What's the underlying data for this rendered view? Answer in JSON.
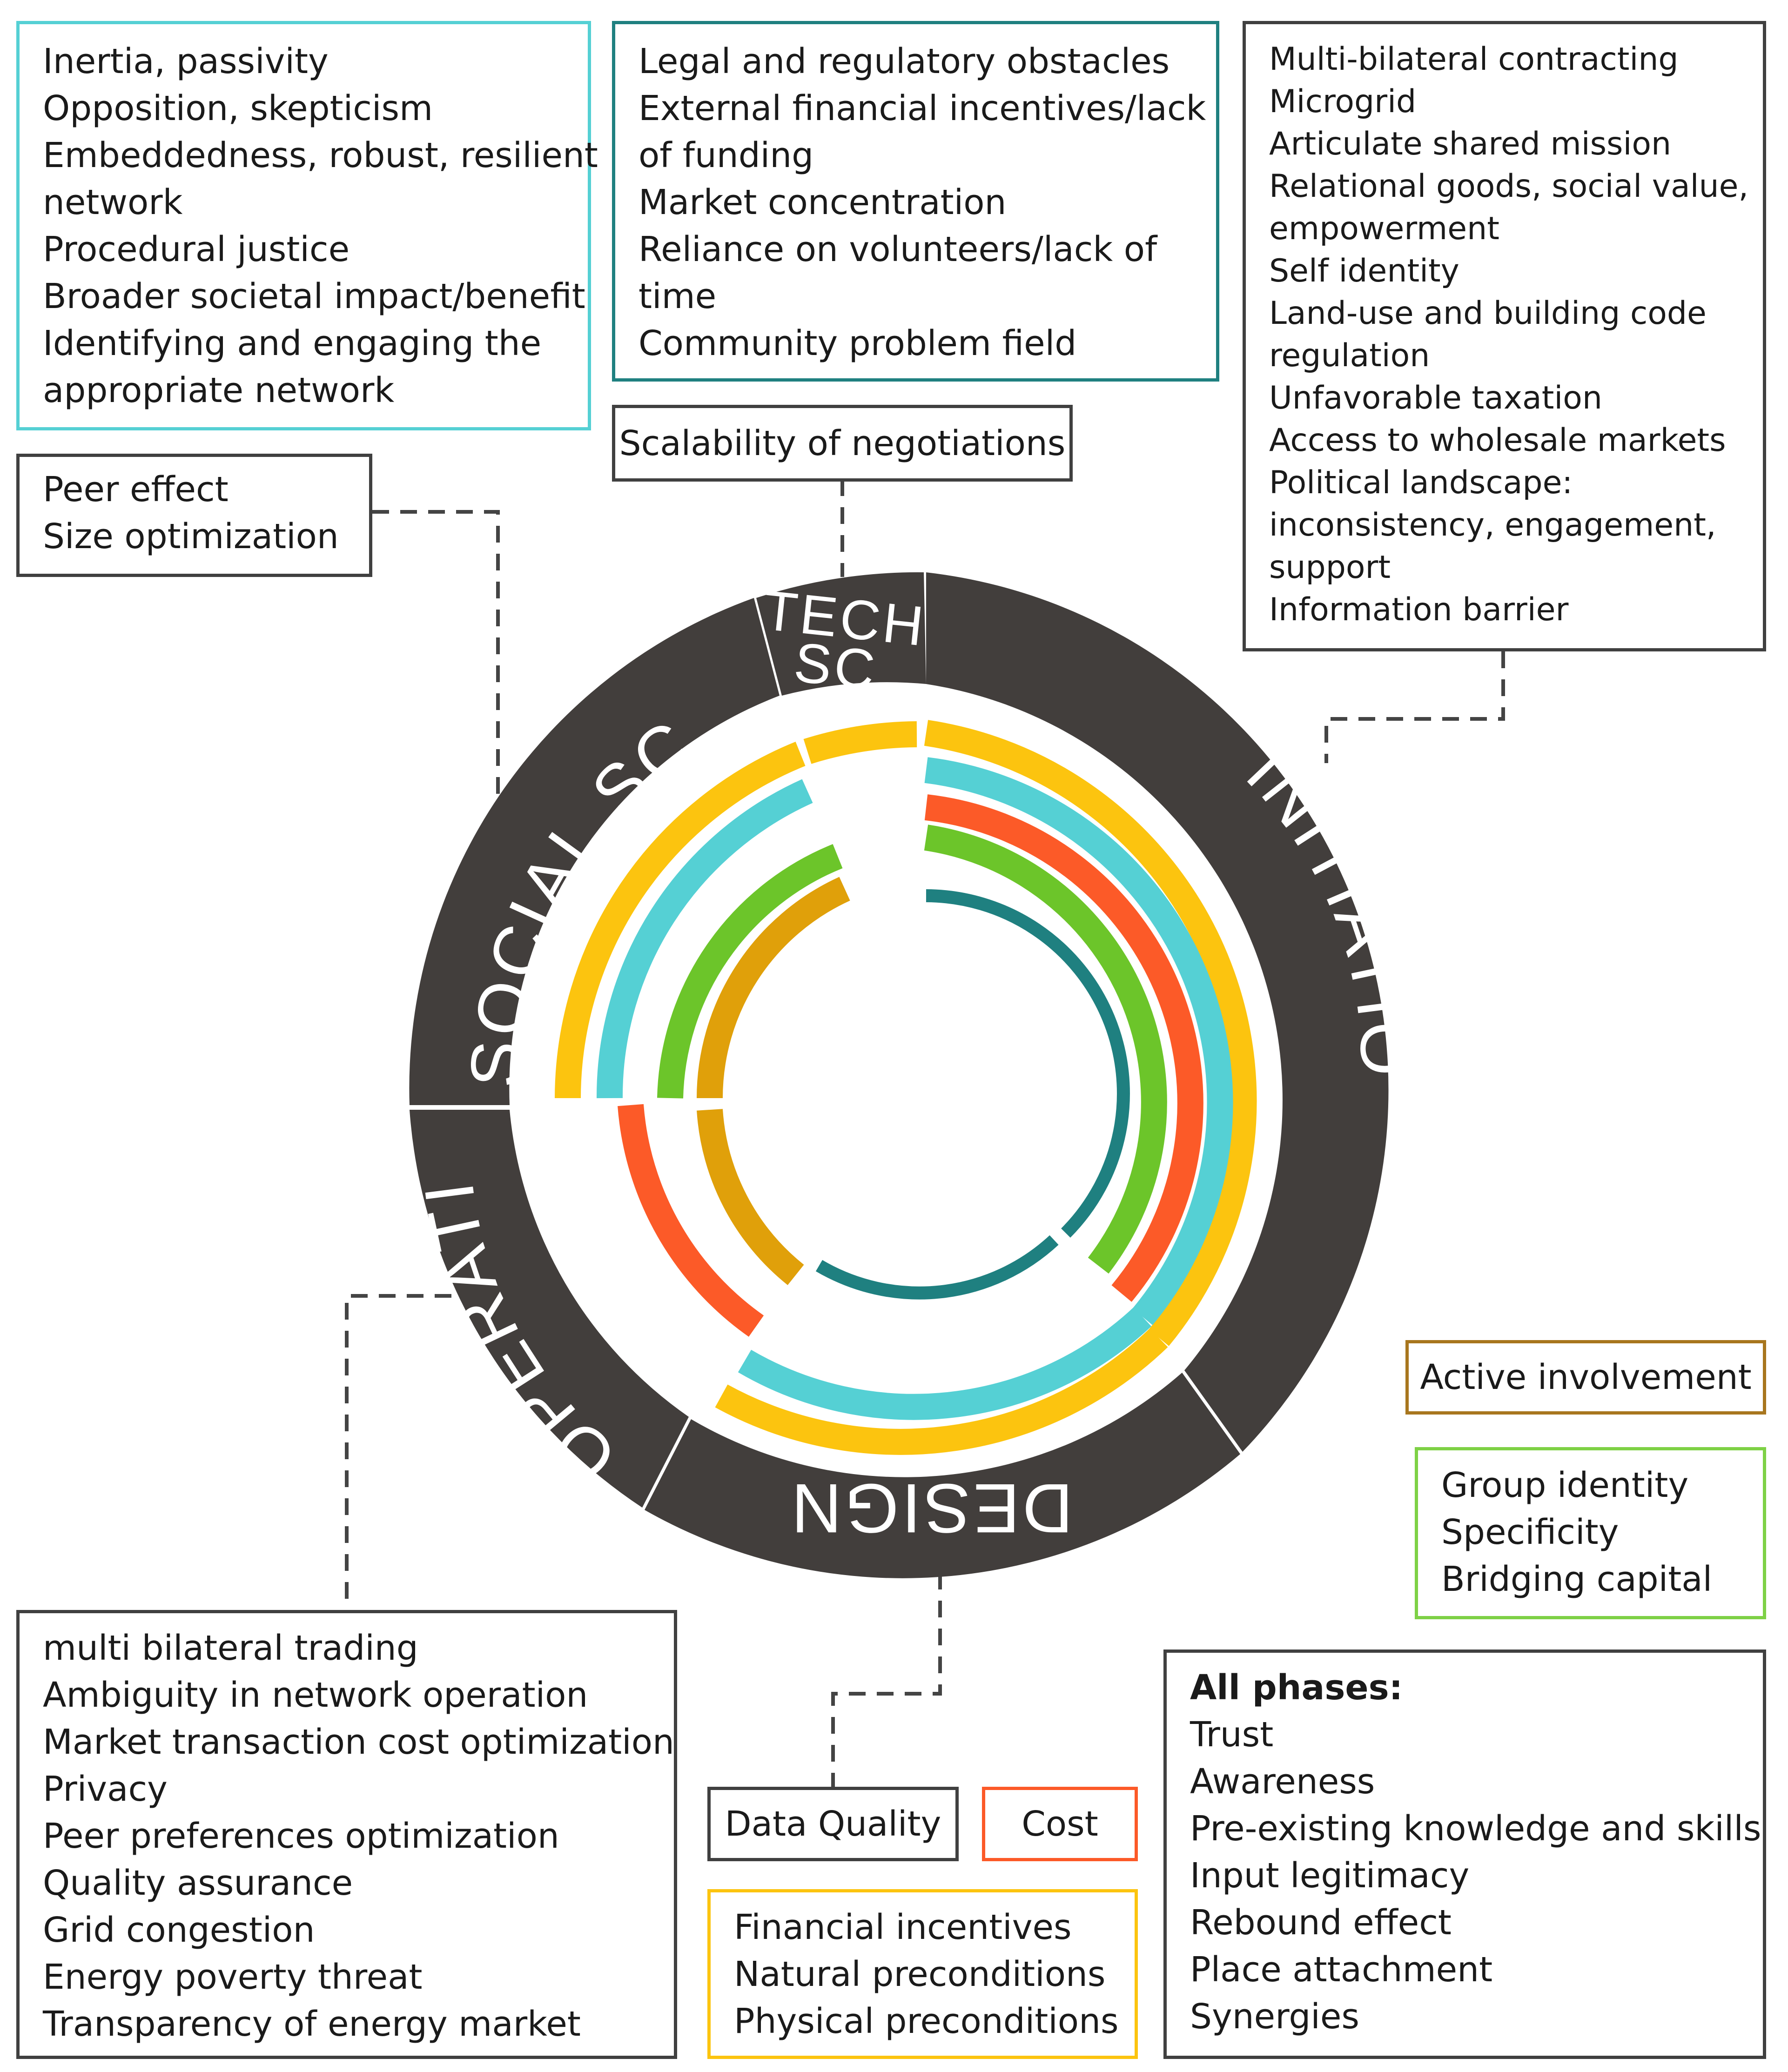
{
  "colors": {
    "dark": "#423e3c",
    "border_dark": "#404040",
    "cyan": "#55d0d4",
    "teal": "#1f8080",
    "yellow": "#fcc40f",
    "orange_red": "#fc5a28",
    "green": "#6cc52a",
    "dark_gold": "#e0a00a",
    "brown": "#a8761e",
    "light_green": "#7ed146"
  },
  "phases": {
    "social_scaling": "SOCIAL SCALING",
    "tech_line1": "TECH",
    "tech_line2": "SC.",
    "initiation": "INITIATION",
    "design": "DESIGN",
    "operation": "OPERATION"
  },
  "boxes": {
    "cyan_box": [
      "Inertia, passivity",
      "Opposition, skepticism",
      "Embeddedness, robust, resilient",
      "network",
      "Procedural justice",
      "Broader societal impact/benefit",
      "Identifying and engaging the",
      "appropriate network"
    ],
    "teal_box": [
      "Legal and regulatory obstacles",
      "External financial incentives/lack",
      "of funding",
      "Market concentration",
      "Reliance on volunteers/lack of",
      "time",
      "Community problem field"
    ],
    "initiation_box": [
      "Multi-bilateral contracting",
      "Microgrid",
      "Articulate shared mission",
      "Relational goods, social value,",
      "empowerment",
      "Self identity",
      "Land-use and building code",
      "regulation",
      "Unfavorable taxation",
      "Access to wholesale markets",
      "Political landscape:",
      "inconsistency, engagement,",
      "support",
      "Information barrier"
    ],
    "scalability": "Scalability of negotiations",
    "peer_box": [
      "Peer effect",
      "Size optimization"
    ],
    "active": "Active involvement",
    "green_box": [
      "Group identity",
      "Specificity",
      "Bridging capital"
    ],
    "operation_box": [
      "multi bilateral trading",
      "Ambiguity in network operation",
      "Market transaction cost optimization",
      "Privacy",
      "Peer preferences optimization",
      "Quality assurance",
      "Grid congestion",
      "Energy poverty threat",
      "Transparency of energy market"
    ],
    "data_quality": "Data Quality",
    "cost": "Cost",
    "yellow_box": [
      "Financial incentives",
      "Natural preconditions",
      "Physical preconditions"
    ],
    "all_phases_title": "All phases:",
    "all_phases": [
      "Trust",
      "Awareness",
      "Pre-existing knowledge and skills",
      "Input legitimacy",
      "Rebound effect",
      "Place attachment",
      "Synergies"
    ]
  }
}
